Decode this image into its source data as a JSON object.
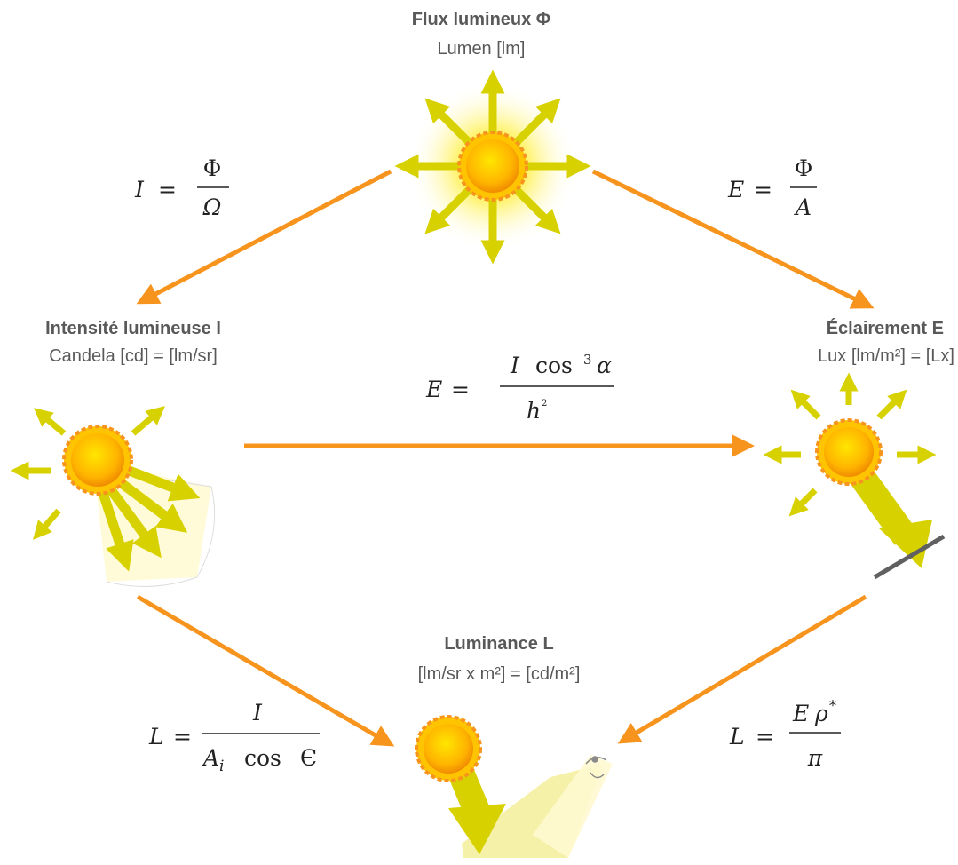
{
  "colors": {
    "arrow": "#F7941D",
    "text_gray": "#595959",
    "sun_core": "#FFB400",
    "ray_yellow": "#D8D100",
    "surface": "#606060"
  },
  "nodes": {
    "flux": {
      "title": "Flux lumineux Φ",
      "unit": "Lumen [lm]",
      "icon": "sun-rays-all-directions-icon"
    },
    "intensity": {
      "title": "Intensité lumineuse I",
      "unit": "Candela [cd] = [lm/sr]",
      "icon": "sun-cone-icon"
    },
    "illuminance": {
      "title": "Éclairement E",
      "unit": "Lux [lm/m²] = [Lx]",
      "icon": "sun-on-surface-icon"
    },
    "luminance": {
      "title": "Luminance L",
      "unit": "[lm/sr x m²] = [cd/m²]",
      "icon": "sun-reflected-eye-icon"
    }
  },
  "formulas": {
    "flux_to_intensity": {
      "lhs": "I",
      "eq": "=",
      "num": "Φ",
      "den": "Ω"
    },
    "flux_to_illuminance": {
      "lhs": "E",
      "eq": "=",
      "num": "Φ",
      "den": "A"
    },
    "intensity_to_illuminance": {
      "lhs": "E",
      "eq": "=",
      "num_a": "I",
      "num_b": "cos",
      "num_exp": "3",
      "num_c": "α",
      "den": "h",
      "den_exp": "2"
    },
    "intensity_to_luminance": {
      "lhs": "L",
      "eq": "=",
      "num": "I",
      "den_a": "A",
      "den_sub": "i",
      "den_b": "cos",
      "den_c": "Є"
    },
    "illuminance_to_luminance": {
      "lhs": "L",
      "eq": "=",
      "num_a": "E",
      "num_b": "ρ",
      "num_sup": "*",
      "den": "π"
    }
  }
}
